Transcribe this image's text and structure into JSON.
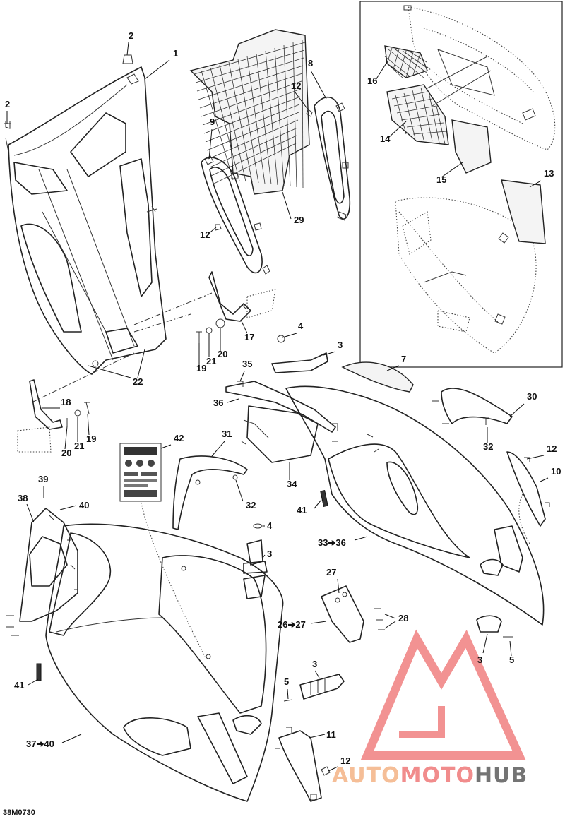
{
  "figure_code": "38M0730",
  "watermark": {
    "part1": "AUTO",
    "part2": "MOTO",
    "part3": "HUB",
    "color1": "#f5b88c",
    "color2": "#f08080",
    "color3": "#666666"
  },
  "callouts": [
    {
      "id": "c1",
      "label": "1"
    },
    {
      "id": "c2a",
      "label": "2"
    },
    {
      "id": "c2b",
      "label": "2"
    },
    {
      "id": "c8",
      "label": "8"
    },
    {
      "id": "c12a",
      "label": "12"
    },
    {
      "id": "c9",
      "label": "9"
    },
    {
      "id": "c12b",
      "label": "12"
    },
    {
      "id": "c29",
      "label": "29"
    },
    {
      "id": "c16",
      "label": "16"
    },
    {
      "id": "c14",
      "label": "14"
    },
    {
      "id": "c15",
      "label": "15"
    },
    {
      "id": "c13",
      "label": "13"
    },
    {
      "id": "c17",
      "label": "17"
    },
    {
      "id": "c4a",
      "label": "4"
    },
    {
      "id": "c3a",
      "label": "3"
    },
    {
      "id": "c19a",
      "label": "19"
    },
    {
      "id": "c21a",
      "label": "21"
    },
    {
      "id": "c20a",
      "label": "20"
    },
    {
      "id": "c22",
      "label": "22"
    },
    {
      "id": "c7",
      "label": "7"
    },
    {
      "id": "c35",
      "label": "35"
    },
    {
      "id": "c36",
      "label": "36"
    },
    {
      "id": "c30",
      "label": "30"
    },
    {
      "id": "c18",
      "label": "18"
    },
    {
      "id": "c20b",
      "label": "20"
    },
    {
      "id": "c21b",
      "label": "21"
    },
    {
      "id": "c19b",
      "label": "19"
    },
    {
      "id": "c32a",
      "label": "32"
    },
    {
      "id": "c42",
      "label": "42"
    },
    {
      "id": "c31",
      "label": "31"
    },
    {
      "id": "c34",
      "label": "34"
    },
    {
      "id": "c12c",
      "label": "12"
    },
    {
      "id": "c10",
      "label": "10"
    },
    {
      "id": "c32b",
      "label": "32"
    },
    {
      "id": "c39",
      "label": "39"
    },
    {
      "id": "c38",
      "label": "38"
    },
    {
      "id": "c40",
      "label": "40"
    },
    {
      "id": "c41a",
      "label": "41"
    },
    {
      "id": "c4b",
      "label": "4"
    },
    {
      "id": "c3b",
      "label": "3"
    },
    {
      "id": "c33",
      "label": "33➔36"
    },
    {
      "id": "c27",
      "label": "27"
    },
    {
      "id": "c26",
      "label": "26➔27"
    },
    {
      "id": "c28",
      "label": "28"
    },
    {
      "id": "c3c",
      "label": "3"
    },
    {
      "id": "c5a",
      "label": "5"
    },
    {
      "id": "c41b",
      "label": "41"
    },
    {
      "id": "c3d",
      "label": "3"
    },
    {
      "id": "c5b",
      "label": "5"
    },
    {
      "id": "c11",
      "label": "11"
    },
    {
      "id": "c37",
      "label": "37➔40"
    },
    {
      "id": "c12d",
      "label": "12"
    }
  ]
}
